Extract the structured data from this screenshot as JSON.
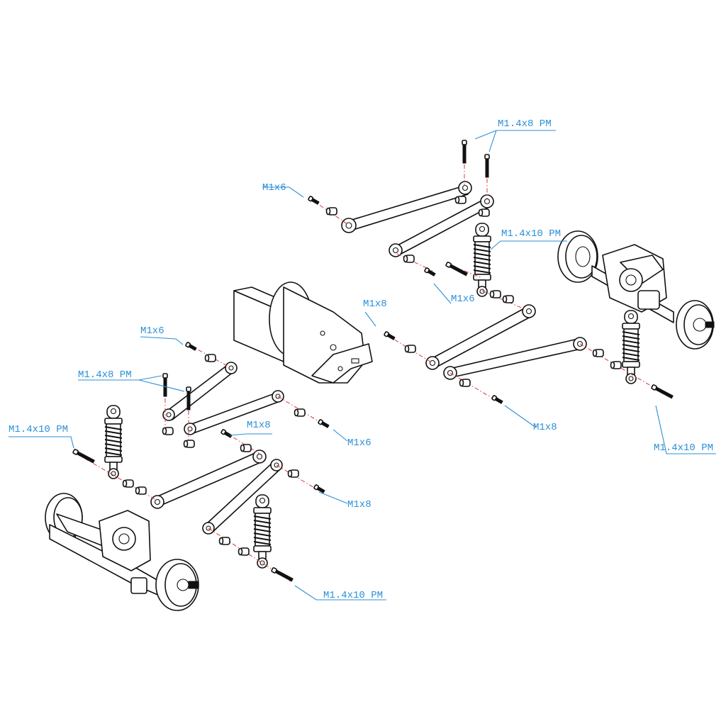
{
  "colors": {
    "label": "#2b8fd8",
    "center_line": "#e04848",
    "outline": "#111111",
    "background": "#ffffff"
  },
  "icons": [
    "screw-icon",
    "nut-icon",
    "shock-absorber-icon",
    "link-arm-icon",
    "axle-icon",
    "gearbox-icon"
  ],
  "labels": {
    "top_m14x8": "M1.4x8 PM",
    "top_m1x6_left": "M1x6",
    "top_m14x10": "M1.4x10 PM",
    "top_m1x6_under": "M1x6",
    "mid_m1x8": "M1x8",
    "right_m1x8": "M1x8",
    "right_m14x10": "M1.4x10 PM",
    "left_m1x6": "M1x6",
    "left_m14x8": "M1.4x8 PM",
    "left_m14x10": "M1.4x10 PM",
    "center_m1x8": "M1x8",
    "center_m1x6": "M1x6",
    "lower_m1x8": "M1x8",
    "bottom_m14x10": "M1.4x10 PM"
  }
}
